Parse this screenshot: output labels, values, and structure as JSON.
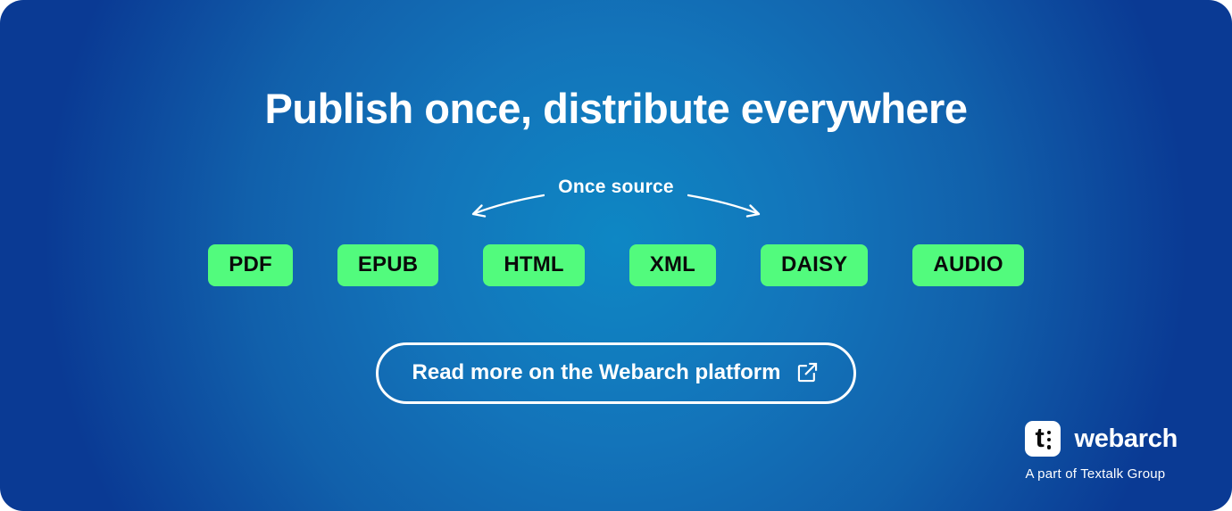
{
  "banner": {
    "title": "Publish once, distribute everywhere",
    "annotation": {
      "label": "Once source",
      "left_icon": "arrow-down-left-icon",
      "right_icon": "arrow-down-right-icon"
    },
    "formats": [
      "PDF",
      "EPUB",
      "HTML",
      "XML",
      "DAISY",
      "AUDIO"
    ],
    "cta": {
      "label": "Read more on the Webarch platform",
      "icon": "external-link-icon"
    },
    "logo": {
      "mark_icon": "webarch-logo-mark",
      "mark_glyph": "t",
      "name": "webarch",
      "tagline": "A part of Textalk Group"
    },
    "colors": {
      "background_center": "#0E87C4",
      "background_edge": "#0A3A94",
      "accent_green": "#52FB7D",
      "badge_text": "#0A0A0A",
      "text": "#FFFFFF"
    }
  }
}
